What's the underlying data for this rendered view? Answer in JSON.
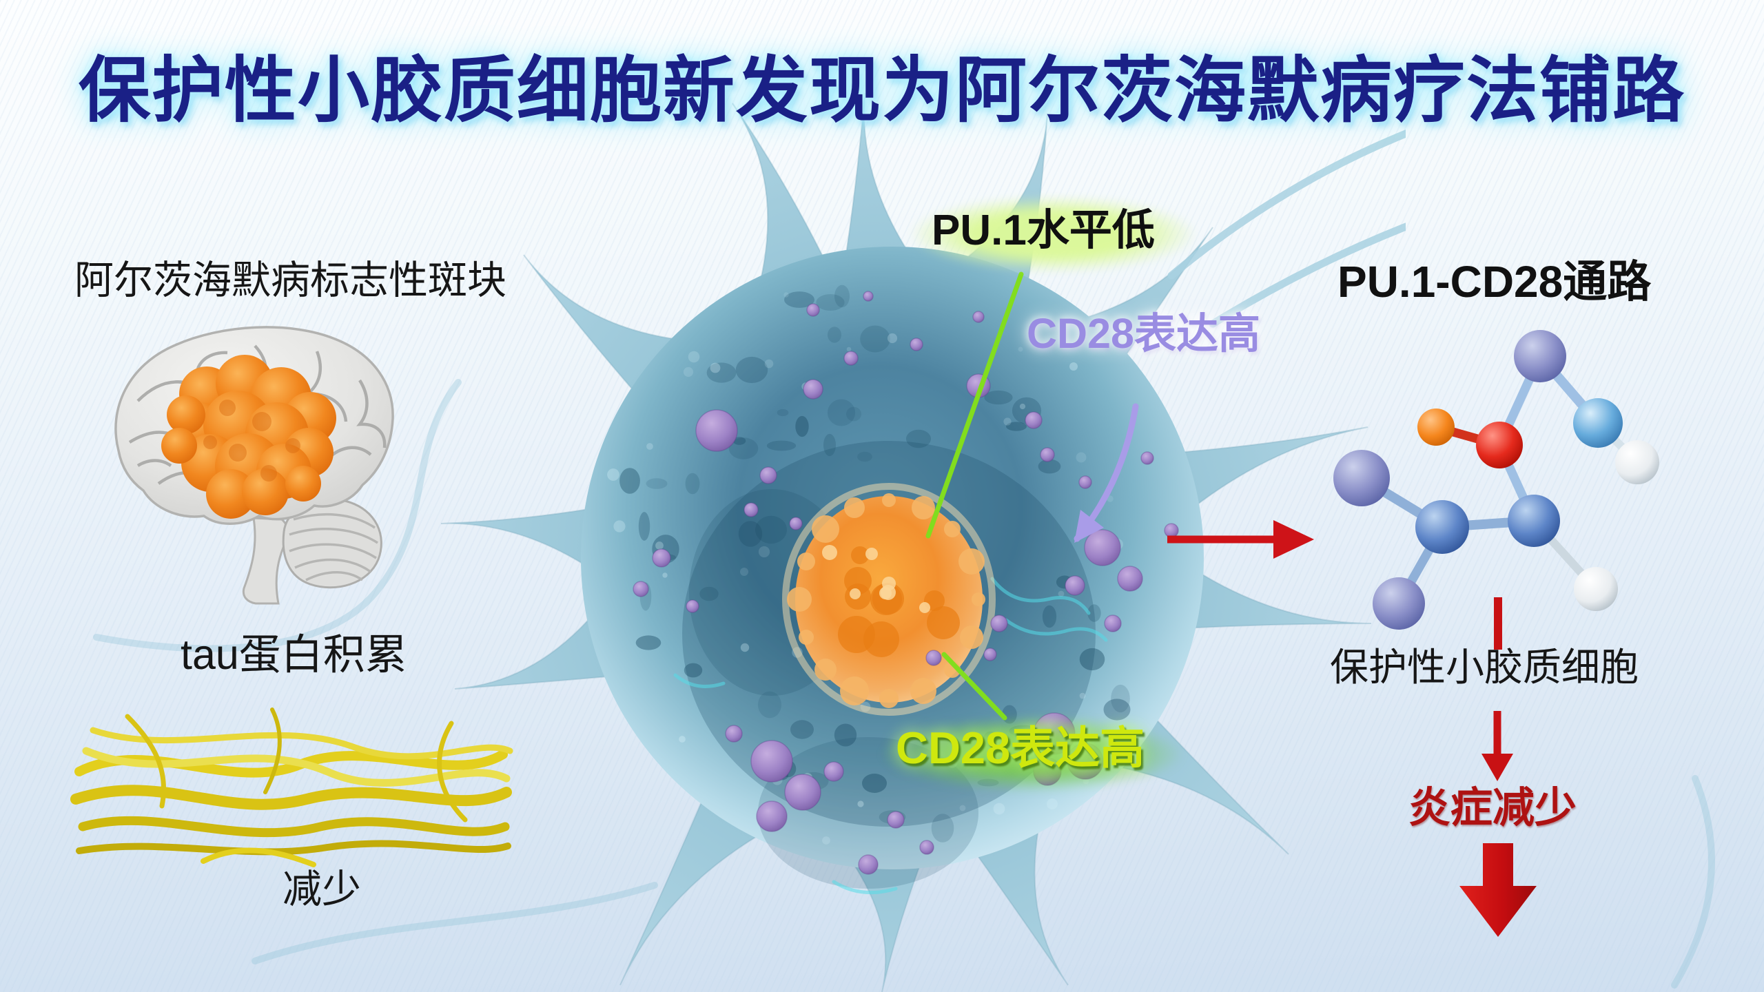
{
  "title": "保护性小胶质细胞新发现为阿尔茨海默病疗法铺路",
  "left_panel": {
    "plaque_label": "阿尔茨海默病标志性斑块",
    "tau_label": "tau蛋白积累",
    "decrease_label": "减少"
  },
  "cell": {
    "pu1_label": "PU.1水平低",
    "cd28_surface_label": "CD28表达高",
    "cd28_bottom_label": "CD28表达高"
  },
  "right_panel": {
    "pathway_title": "PU.1-CD28通路",
    "microglia_label": "保护性小胶质细胞",
    "inflammation_label": "炎症减少"
  },
  "colors": {
    "title_navy": "#1a2086",
    "title_glow_cyan": "#96edff",
    "pu1_glow_green": "#dbf899",
    "cd28_lavender": "#998ce2",
    "cd28_chartreuse": "#cfe80e",
    "arrow_red": "#c81114",
    "inflammation_red": "#ae1212",
    "cell_teal": "#7fb5c9",
    "nucleus_orange": "#f09030",
    "vesicle_purple": "#9d87c2",
    "plaque_orange": "#f08020",
    "tau_yellow": "#e3cf1d"
  }
}
